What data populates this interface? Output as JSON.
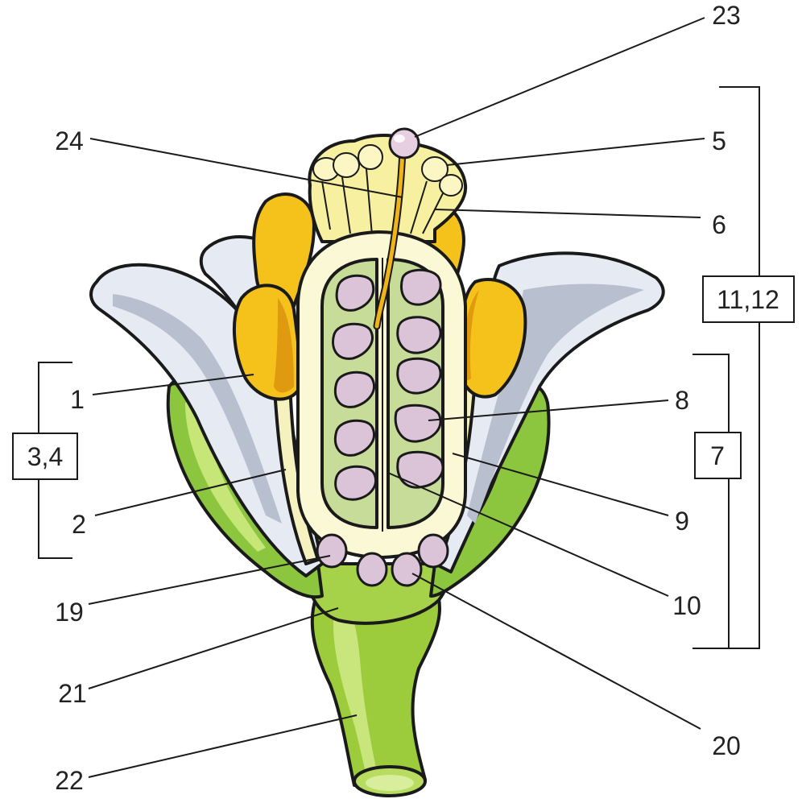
{
  "labels": {
    "l1": "1",
    "l2": "2",
    "l5": "5",
    "l6": "6",
    "l8": "8",
    "l9": "9",
    "l10": "10",
    "l19": "19",
    "l20": "20",
    "l21": "21",
    "l22": "22",
    "l23": "23",
    "l24": "24"
  },
  "boxes": {
    "b34": "3,4",
    "b7": "7",
    "b1112": "11,12"
  },
  "colors": {
    "petal": "#e6eaf3",
    "petal_shade": "#b8bfcf",
    "sepal_green": "#8cc63f",
    "stem_green": "#9ccc3c",
    "anther_yellow": "#f5c21b",
    "anther_dark": "#e09a10",
    "stigma_yellow": "#f7f0a0",
    "ovary_wall": "#fbf8d6",
    "ovary_inner": "#c8dc9a",
    "ovule_pink": "#dcc4d8",
    "pollen_tube": "#f0b418",
    "outline": "#1a1a1a"
  }
}
